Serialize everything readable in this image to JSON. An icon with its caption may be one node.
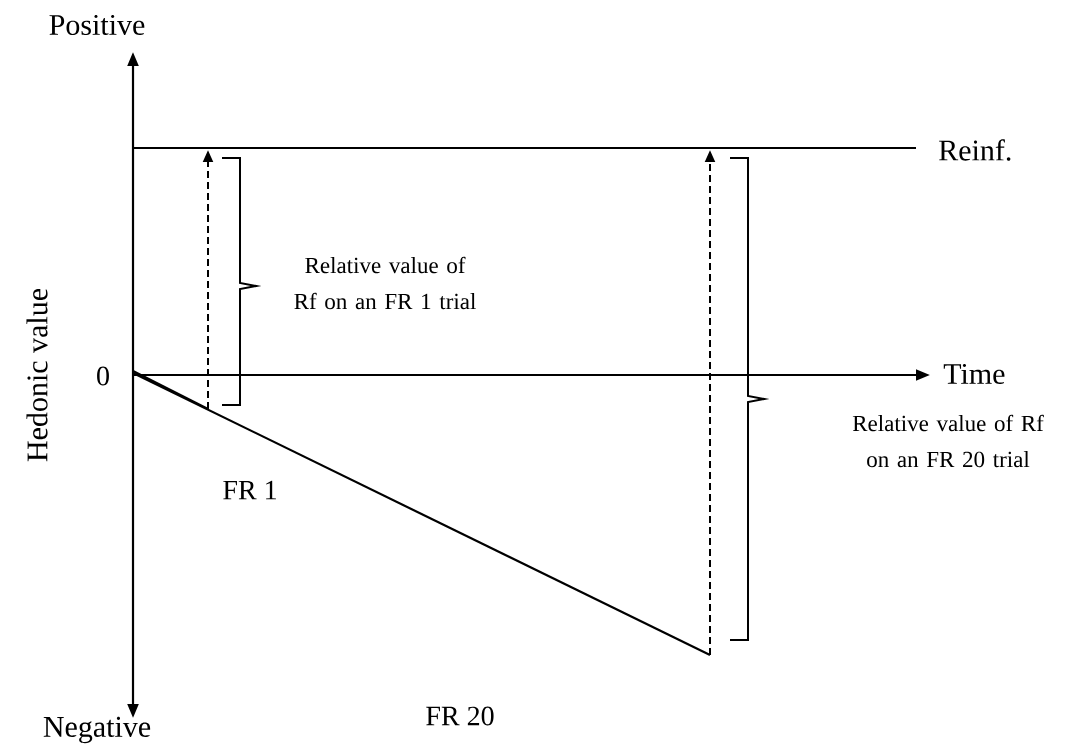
{
  "diagram": {
    "labels": [
      "Positive",
      "Reinf.",
      "Relative value of Rf on an FR 1 trial",
      "Hedonic value",
      "0",
      "Time",
      "Relative value of Rf on an FR 20 trial",
      "FR 1",
      "FR 20",
      "Negative"
    ]
  }
}
